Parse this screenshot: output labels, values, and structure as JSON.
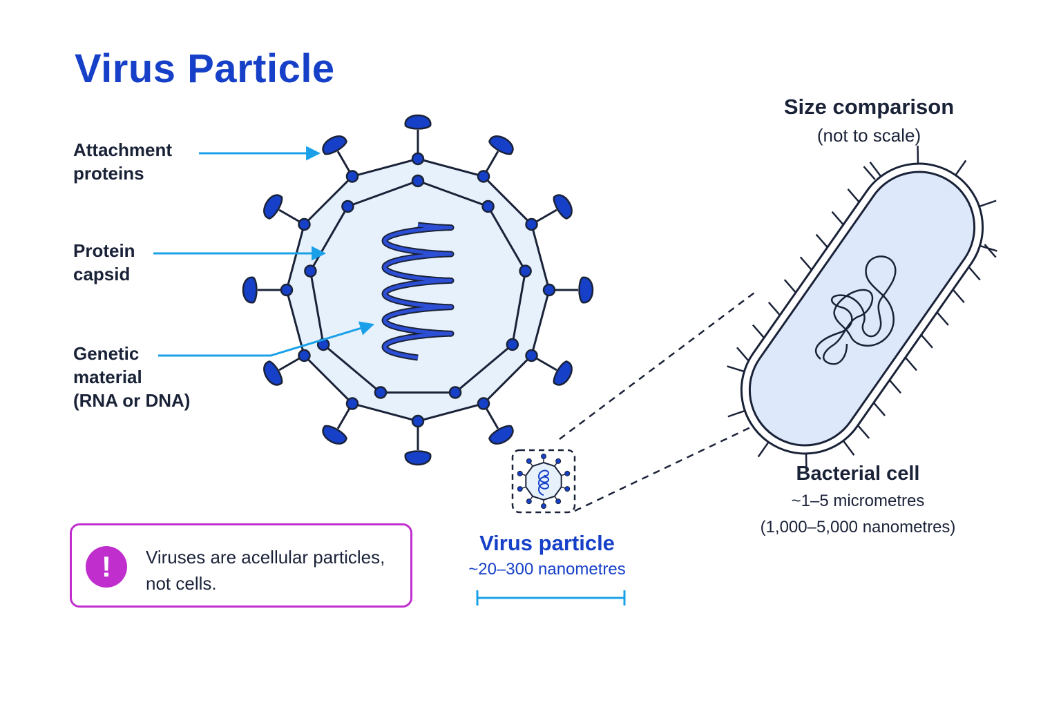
{
  "title": "Virus Particle",
  "labels": {
    "attachment": "Attachment\nproteins",
    "capsid": "Protein\ncapsid",
    "genetic": "Genetic\nmaterial\n(RNA or DNA)"
  },
  "size_comparison": {
    "title": "Size comparison",
    "subtitle": "(not to scale)"
  },
  "bacterial_cell": {
    "name": "Bacterial cell",
    "size_line1": "~1–5 micrometres",
    "size_line2": "(1,000–5,000 nanometres)"
  },
  "virus_particle": {
    "name": "Virus particle",
    "size": "~20–300 nanometres"
  },
  "callout": {
    "icon": "!",
    "text": "Viruses are acellular particles, not cells."
  },
  "colors": {
    "brand_blue": "#1640c8",
    "arrow_blue": "#1aa0e8",
    "outline": "#1a2238",
    "fill_light": "#e6f1fc",
    "alert_magenta": "#c02fce"
  },
  "icons": {
    "alert": "exclamation-icon"
  }
}
